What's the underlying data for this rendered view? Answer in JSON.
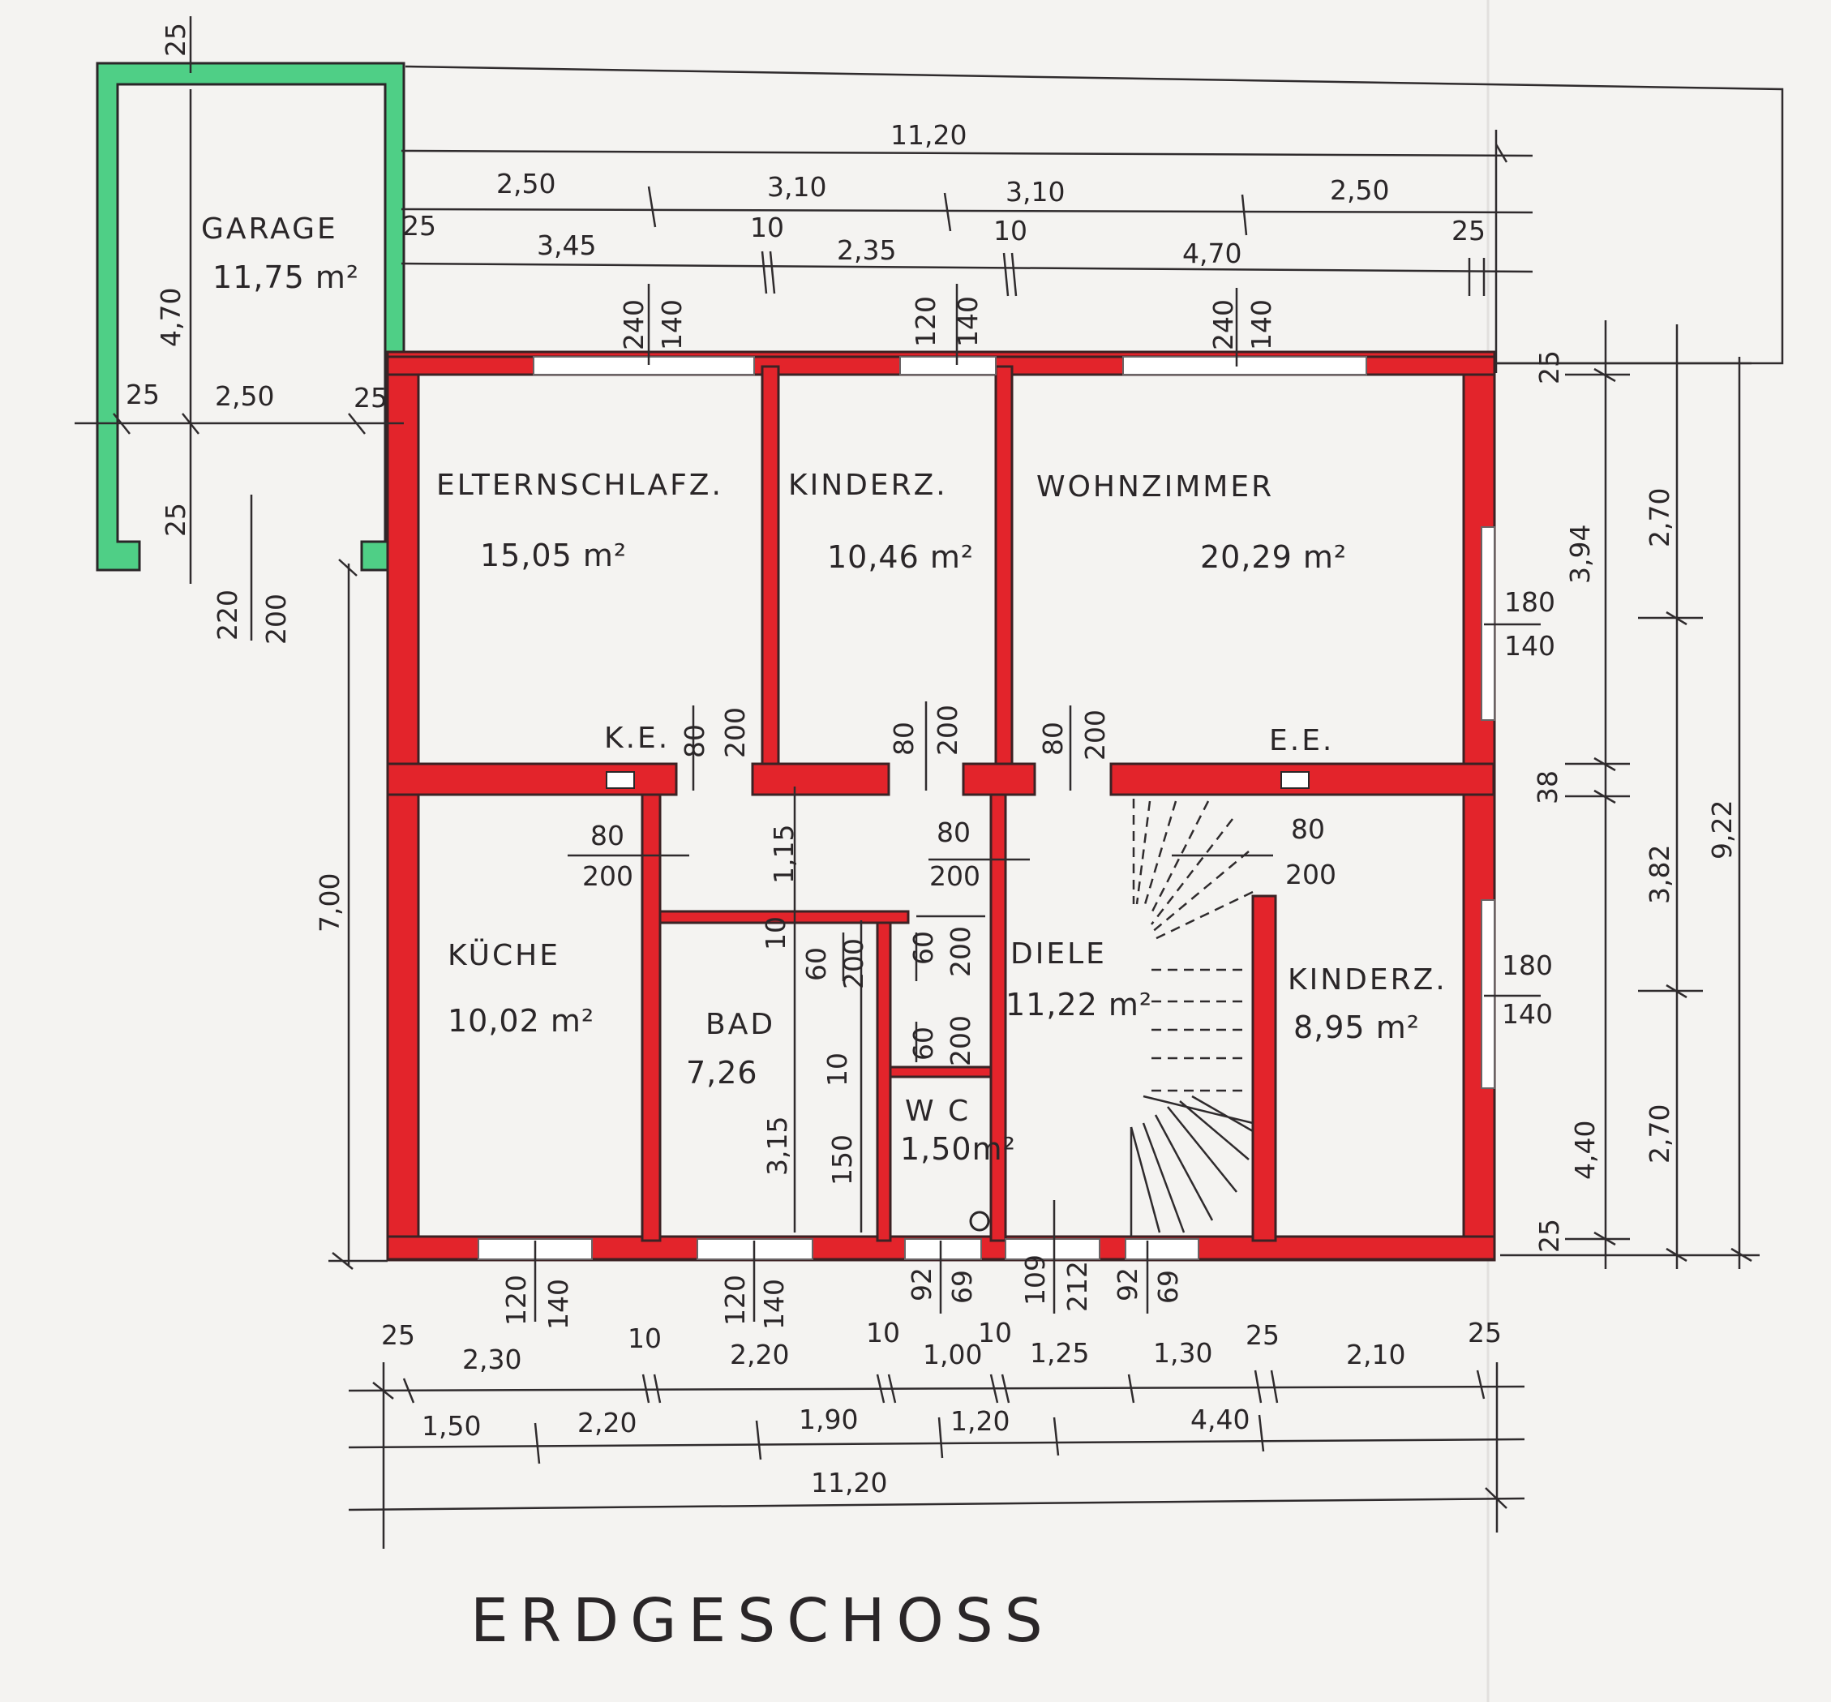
{
  "title": "ERDGESCHOSS",
  "colors": {
    "walls": "#e3242b",
    "garage": "#4fcf86",
    "lines": "#2f2b2d",
    "paper": "#f4f3f1"
  },
  "rooms": [
    {
      "name": "GARAGE",
      "area": "11,75 m²"
    },
    {
      "name": "ELTERNSCHLAFZ.",
      "area": "15,05 m²"
    },
    {
      "name": "KINDERZ.",
      "area": "10,46 m²"
    },
    {
      "name": "WOHNZIMMER",
      "area": "20,29 m²"
    },
    {
      "name": "KÜCHE",
      "area": "10,02 m²"
    },
    {
      "name": "BAD",
      "area": "7,26"
    },
    {
      "name": "W C",
      "area": "1,50m²"
    },
    {
      "name": "DIELE",
      "area": "11,22 m²"
    },
    {
      "name": "KINDERZ.",
      "area": "8,95 m²"
    }
  ],
  "labels": {
    "ke": "K.E.",
    "ee": "E.E."
  },
  "dims_top": {
    "total": "11,20",
    "row1": [
      "2,50",
      "3,10",
      "3,10",
      "2,50"
    ],
    "row2": [
      "3,45",
      "10",
      "2,35",
      "10",
      "4,70",
      "25",
      "25"
    ]
  },
  "dims_bottom": {
    "row1": [
      "25",
      "2,30",
      "10",
      "2,20",
      "10",
      "1,00",
      "10",
      "1,25",
      "1,30",
      "25",
      "2,10",
      "25"
    ],
    "row2": [
      "1,50",
      "2,20",
      "1,90",
      "1,20",
      "4,40"
    ],
    "total": "11,20"
  },
  "dims_right": {
    "outer": "9,22",
    "mid": [
      "3,94",
      "38",
      "4,40"
    ],
    "inner": [
      "2,70",
      "3,82",
      "2,70"
    ],
    "small": [
      "25",
      "25"
    ]
  },
  "dims_left": {
    "depth": "7,00",
    "garage_len": "4,70",
    "garage_w": [
      "25",
      "2,50",
      "25"
    ],
    "top": "25",
    "door": [
      "25",
      "220",
      "200"
    ]
  },
  "openings": {
    "windows_top": [
      [
        "240",
        "140"
      ],
      [
        "120",
        "140"
      ],
      [
        "240",
        "140"
      ]
    ],
    "windows_bottom": [
      [
        "120",
        "140"
      ],
      [
        "120",
        "140"
      ],
      [
        "92",
        "69"
      ],
      [
        "109",
        "212"
      ],
      [
        "92",
        "69"
      ]
    ],
    "windows_right": [
      [
        "180",
        "140"
      ],
      [
        "180",
        "140"
      ]
    ],
    "doors": [
      [
        "80",
        "200"
      ],
      [
        "80",
        "200"
      ],
      [
        "80",
        "200"
      ],
      [
        "80",
        "200"
      ],
      [
        "80",
        "200"
      ],
      [
        "80",
        "200"
      ],
      [
        "60",
        "200"
      ],
      [
        "60",
        "200"
      ],
      [
        "60",
        "200"
      ]
    ],
    "misc": [
      "1,15",
      "10",
      "10",
      "3,15",
      "150"
    ]
  }
}
